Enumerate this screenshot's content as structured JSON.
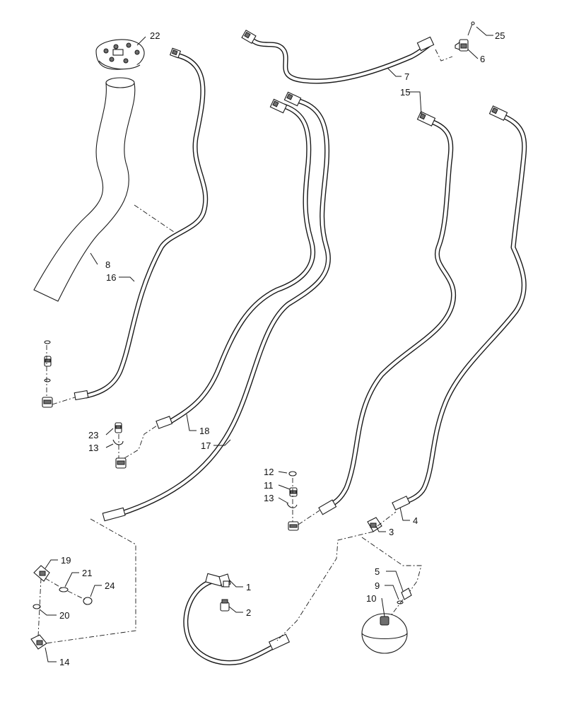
{
  "callouts": [
    {
      "id": "c1",
      "label": "1"
    },
    {
      "id": "c2",
      "label": "2"
    },
    {
      "id": "c3",
      "label": "3"
    },
    {
      "id": "c4",
      "label": "4"
    },
    {
      "id": "c5",
      "label": "5"
    },
    {
      "id": "c6",
      "label": "6"
    },
    {
      "id": "c7",
      "label": "7"
    },
    {
      "id": "c8",
      "label": "8"
    },
    {
      "id": "c9",
      "label": "9"
    },
    {
      "id": "c10",
      "label": "10"
    },
    {
      "id": "c11",
      "label": "11"
    },
    {
      "id": "c12",
      "label": "12"
    },
    {
      "id": "c13a",
      "label": "13"
    },
    {
      "id": "c13b",
      "label": "13"
    },
    {
      "id": "c14",
      "label": "14"
    },
    {
      "id": "c15",
      "label": "15"
    },
    {
      "id": "c16",
      "label": "16"
    },
    {
      "id": "c17",
      "label": "17"
    },
    {
      "id": "c18",
      "label": "18"
    },
    {
      "id": "c19",
      "label": "19"
    },
    {
      "id": "c20",
      "label": "20"
    },
    {
      "id": "c21",
      "label": "21"
    },
    {
      "id": "c22",
      "label": "22"
    },
    {
      "id": "c23",
      "label": "23"
    },
    {
      "id": "c24",
      "label": "24"
    },
    {
      "id": "c25",
      "label": "25"
    }
  ]
}
